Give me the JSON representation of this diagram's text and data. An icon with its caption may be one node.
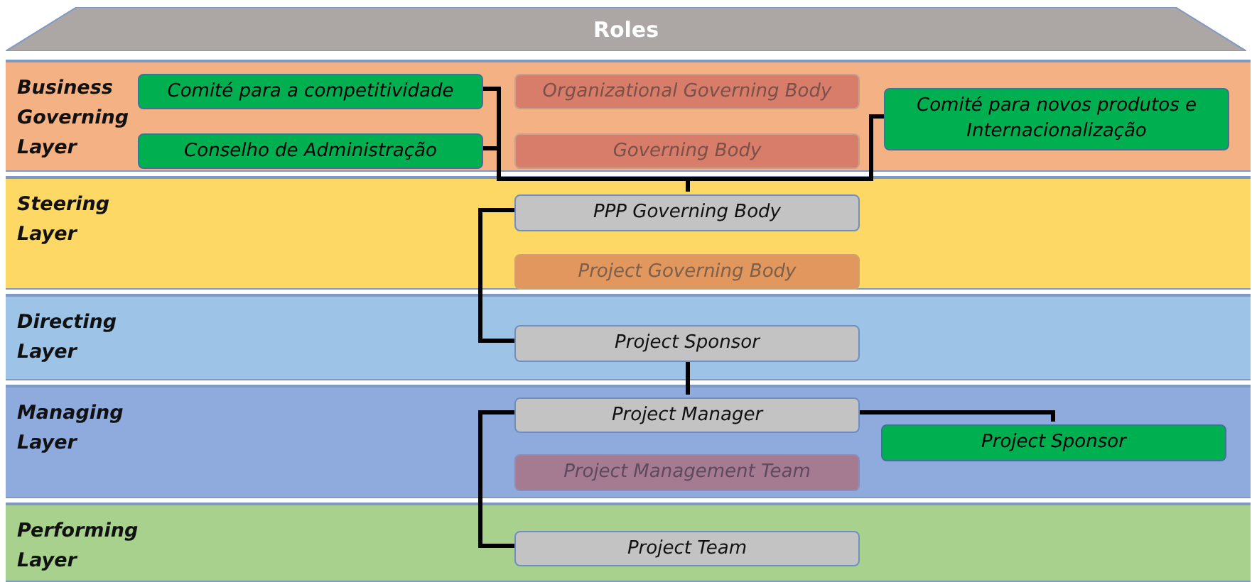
{
  "diagram": {
    "nodes": [
      {
        "text": [
          "Roles"
        ]
      },
      {
        "text": [
          "Business Governing Layer"
        ]
      },
      {
        "text": [
          "Comité para a competitividade"
        ],
        "in": 1
      },
      {
        "text": [
          "Organizational Governing Body"
        ],
        "in": 1
      },
      {
        "text": [
          "Comité para novos produtos e Internacionalização"
        ],
        "in": 1
      },
      {
        "text": [
          "Conselho de Administração"
        ],
        "in": 1
      },
      {
        "text": [
          "Governing Body"
        ],
        "in": 1
      },
      {
        "text": [
          "Steering Layer"
        ]
      },
      {
        "text": [
          "PPP Governing Body"
        ],
        "in": 7
      },
      {
        "text": [
          "Project Governing Body"
        ],
        "in": 7
      },
      {
        "text": [
          "Directing Layer"
        ]
      },
      {
        "text": [
          "Project Sponsor"
        ],
        "in": 10
      },
      {
        "text": [
          "Managing Layer"
        ]
      },
      {
        "text": [
          "Project Manager"
        ],
        "in": 12
      },
      {
        "text": [
          "Project Sponsor"
        ],
        "in": 12
      },
      {
        "text": [
          "Project Management Team"
        ],
        "in": 12
      },
      {
        "text": [
          "Performing Layer"
        ]
      },
      {
        "text": [
          "Project Team"
        ],
        "in": 16
      }
    ],
    "edges": [
      {
        "from": 2,
        "to": 8,
        "arrow": "none"
      },
      {
        "from": 5,
        "to": 8,
        "arrow": "none"
      },
      {
        "from": 4,
        "to": 8,
        "arrow": "none"
      },
      {
        "from": 8,
        "to": 11,
        "arrow": "none"
      },
      {
        "from": 11,
        "to": 13,
        "arrow": "none"
      },
      {
        "from": 13,
        "to": 14,
        "arrow": "none"
      },
      {
        "from": 13,
        "to": 17,
        "arrow": "none"
      }
    ]
  }
}
